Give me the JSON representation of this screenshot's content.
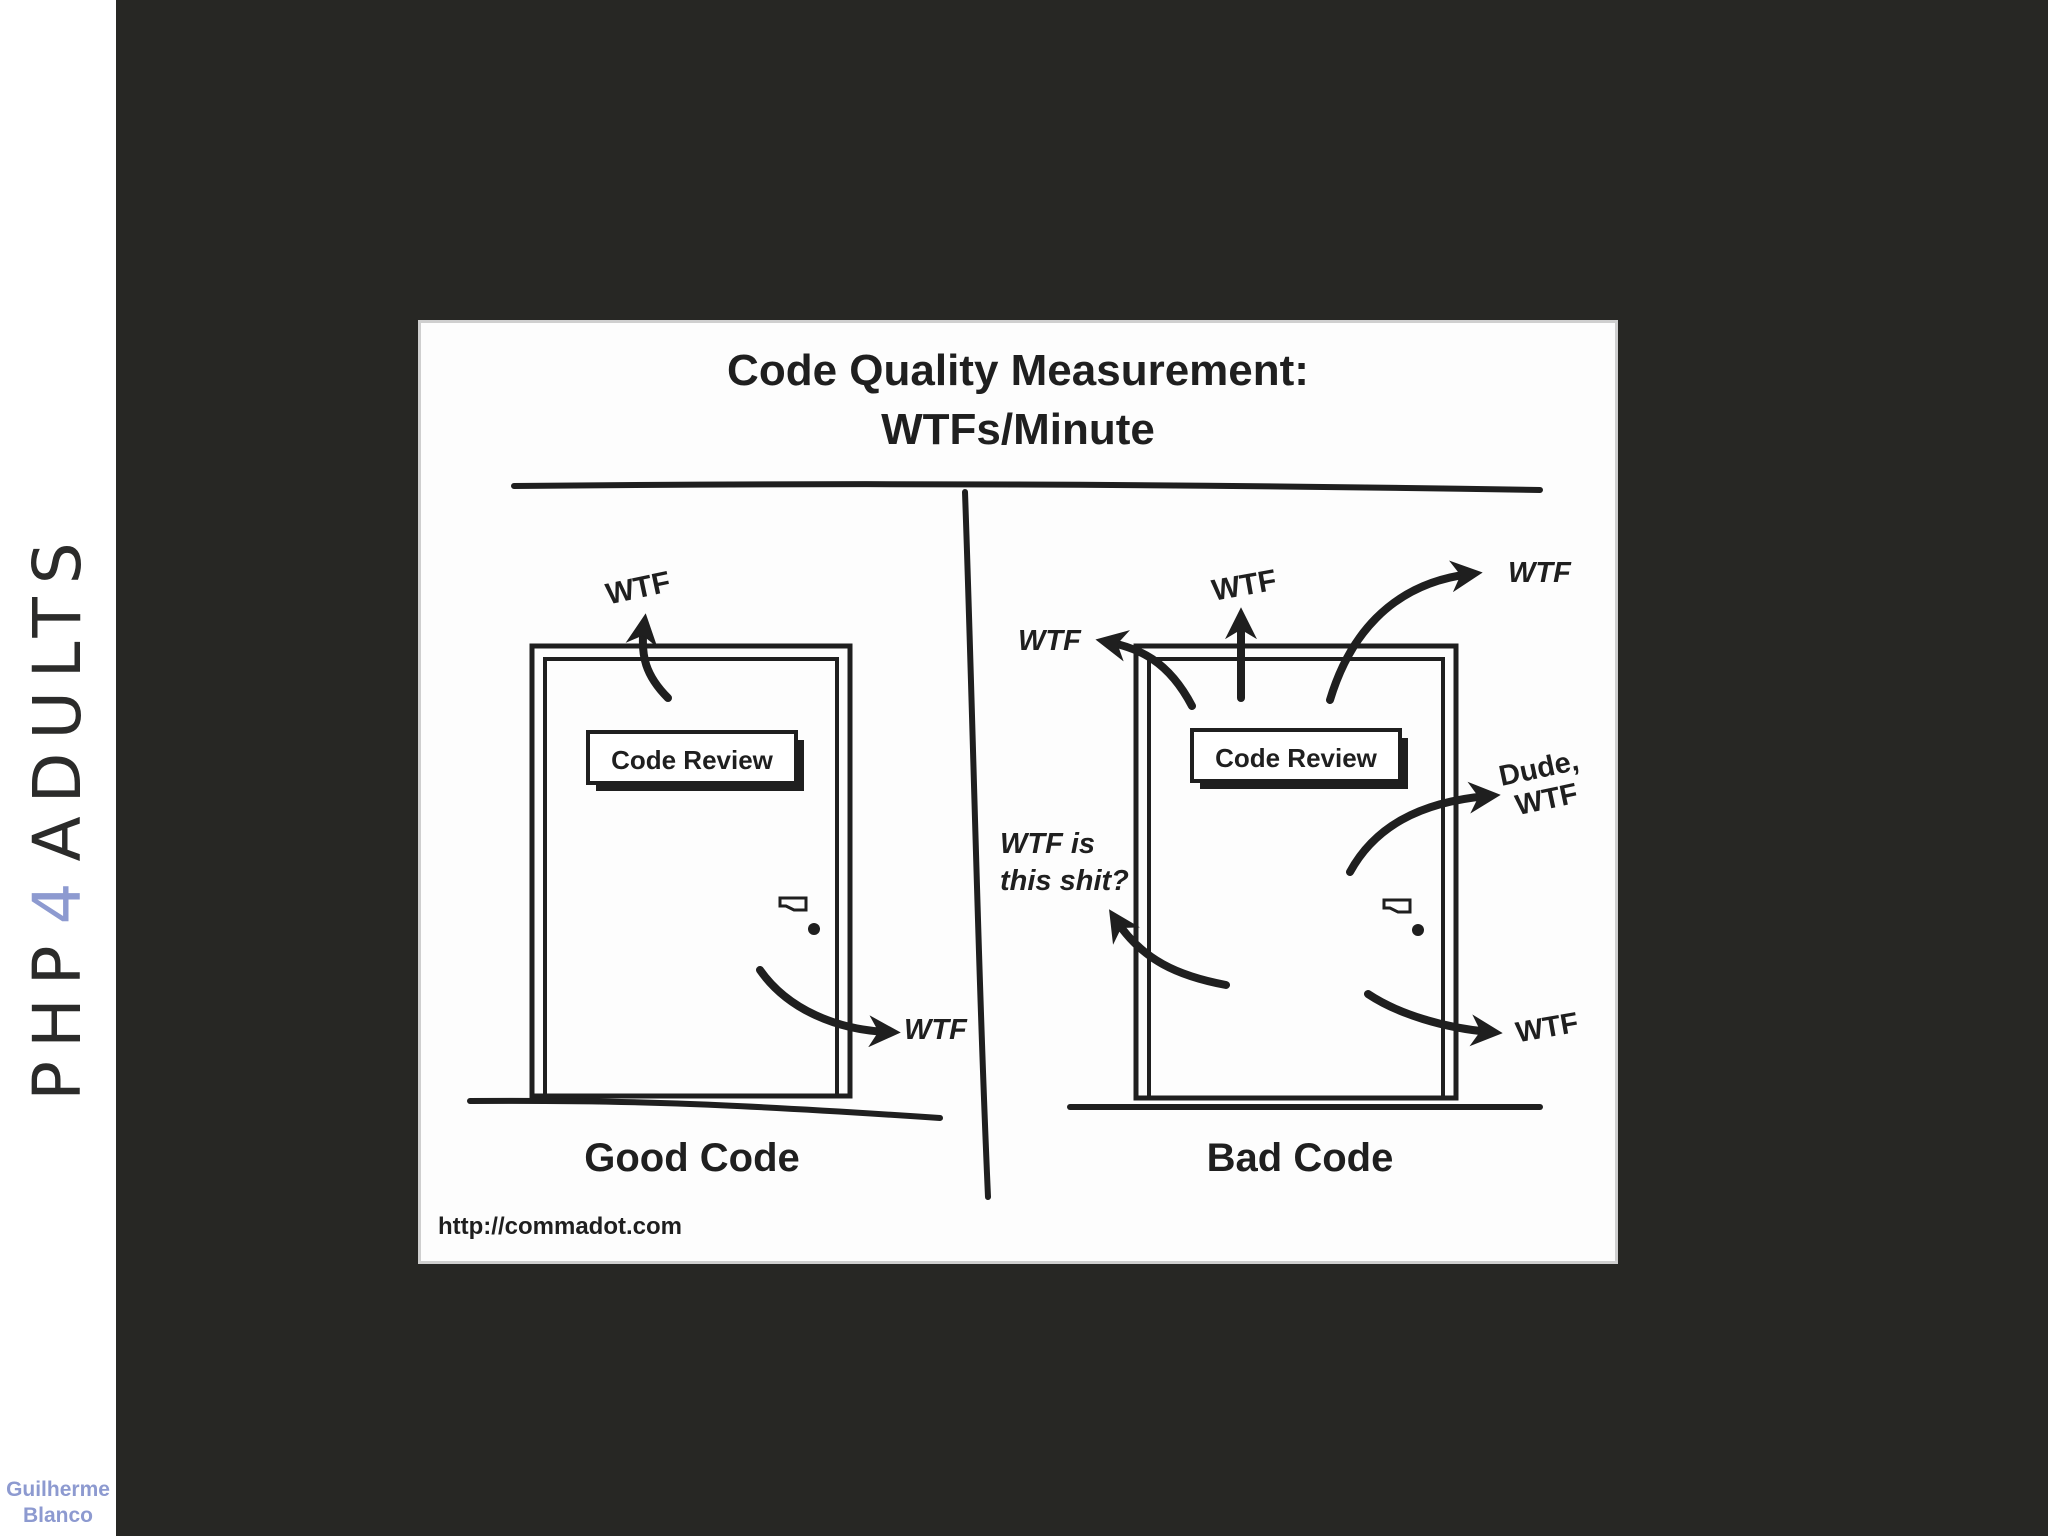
{
  "sidebar": {
    "brand_prefix": "PHP",
    "brand_number": "4",
    "brand_suffix": "ADULTS",
    "author_first": "Guilherme",
    "author_last": "Blanco"
  },
  "comic": {
    "title_line1": "Code Quality Measurement:",
    "title_line2": "WTFs/Minute",
    "left": {
      "sign": "Code Review",
      "caption": "Good Code",
      "wtf_top": "WTF",
      "wtf_right": "WTF"
    },
    "right": {
      "sign": "Code Review",
      "caption": "Bad Code",
      "wtf_left": "WTF",
      "wtf_top": "WTF",
      "wtf_topright": "WTF",
      "dude_line1": "Dude,",
      "dude_line2": "WTF",
      "is_line1": "WTF is",
      "is_line2": "this shit?",
      "wtf_bottomright": "WTF"
    },
    "credit": "http://commadot.com"
  },
  "colors": {
    "background": "#272724",
    "sidebar": "#ffffff",
    "accent": "#8d9ad0",
    "ink": "#1f1f1f"
  }
}
